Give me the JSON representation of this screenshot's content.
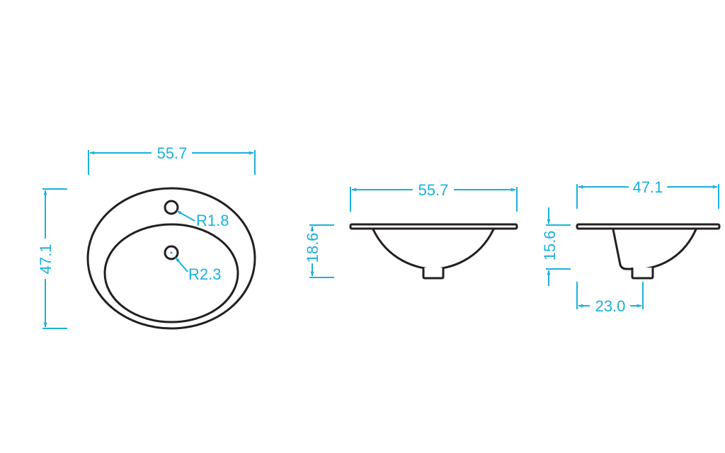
{
  "colors": {
    "outline": "#231f20",
    "dimension": "#1ab0dc",
    "background": "#ffffff"
  },
  "top_view": {
    "width_label": "55.7",
    "depth_label": "47.1",
    "tap_hole_radius_label": "R1.8",
    "drain_radius_label": "R2.3"
  },
  "front_view": {
    "width_label": "55.7",
    "height_label": "18.6"
  },
  "side_view": {
    "width_label": "47.1",
    "height_label": "15.6",
    "offset_label": "23.0"
  }
}
